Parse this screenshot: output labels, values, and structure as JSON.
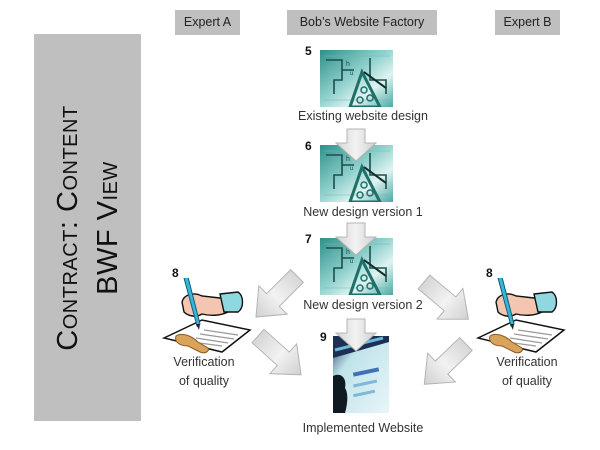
{
  "side_panel": {
    "line1": "Contract: Content",
    "line2": "BWF View"
  },
  "headers": {
    "expert_a": "Expert A",
    "factory": "Bob’s Website Factory",
    "expert_b": "Expert B"
  },
  "steps": [
    {
      "number": "5",
      "caption": "Existing website design",
      "image": "blueprint-image"
    },
    {
      "number": "6",
      "caption": "New design version 1",
      "image": "blueprint-image"
    },
    {
      "number": "7",
      "caption": "New design version 2",
      "image": "blueprint-image"
    },
    {
      "number": "9",
      "caption": "Implemented Website",
      "image": "website-screen-image"
    }
  ],
  "verifications": {
    "left": {
      "number": "8",
      "line1": "Verification",
      "line2": "of quality",
      "image": "hand-signing-document-image"
    },
    "right": {
      "number": "8",
      "line1": "Verification",
      "line2": "of quality",
      "image": "hand-signing-document-image"
    }
  },
  "colors": {
    "panel_gray": "#bfbfbf",
    "arrow_fill": "#e6e6e6",
    "arrow_stroke": "#b8b8b8",
    "blueprint_teal": "#3a9e98"
  }
}
